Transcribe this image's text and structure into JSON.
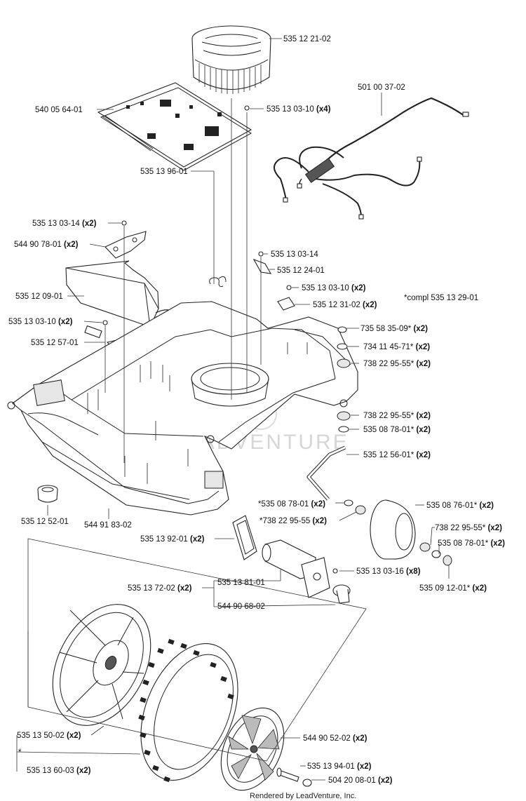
{
  "diagram": {
    "watermark": "LEADVENTURE",
    "footer": "Rendered by LeadVenture, Inc.",
    "kit_note": "*compl 535 13 29-01",
    "labels": [
      {
        "id": "l01",
        "num": "535 12 21-02",
        "qty": ""
      },
      {
        "id": "l02",
        "num": "501 00 37-02",
        "qty": ""
      },
      {
        "id": "l03",
        "num": "540 05 64-01",
        "qty": ""
      },
      {
        "id": "l04",
        "num": "535 13 03-10",
        "qty": "(x4)"
      },
      {
        "id": "l05",
        "num": "535 13 96-01",
        "qty": ""
      },
      {
        "id": "l06",
        "num": "535 13 03-14",
        "qty": "(x2)"
      },
      {
        "id": "l07",
        "num": "544 90 78-01",
        "qty": "(x2)"
      },
      {
        "id": "l08",
        "num": "535 13 03-14",
        "qty": ""
      },
      {
        "id": "l09",
        "num": "535 12 24-01",
        "qty": ""
      },
      {
        "id": "l10",
        "num": "535 12 09-01",
        "qty": ""
      },
      {
        "id": "l11",
        "num": "535 13 03-10",
        "qty": "(x2)"
      },
      {
        "id": "l12",
        "num": "535 12 31-02",
        "qty": "(x2)"
      },
      {
        "id": "l13",
        "num": "535 13 03-10",
        "qty": "(x2)"
      },
      {
        "id": "l14",
        "num": "735 58 35-09*",
        "qty": "(x2)"
      },
      {
        "id": "l15",
        "num": "535 12 57-01",
        "qty": ""
      },
      {
        "id": "l16",
        "num": "734 11 45-71*",
        "qty": "(x2)"
      },
      {
        "id": "l17",
        "num": "738 22 95-55*",
        "qty": "(x2)"
      },
      {
        "id": "l18",
        "num": "738 22 95-55*",
        "qty": "(x2)"
      },
      {
        "id": "l19",
        "num": "535 08 78-01*",
        "qty": "(x2)"
      },
      {
        "id": "l20",
        "num": "535 12 56-01*",
        "qty": "(x2)"
      },
      {
        "id": "l21",
        "num": "535 12 52-01",
        "qty": ""
      },
      {
        "id": "l22",
        "num": "544 91 83-02",
        "qty": ""
      },
      {
        "id": "l23",
        "num": "*535 08 78-01",
        "qty": "(x2)"
      },
      {
        "id": "l24",
        "num": "535 08 76-01*",
        "qty": "(x2)"
      },
      {
        "id": "l25",
        "num": "*738 22 95-55",
        "qty": "(x2)"
      },
      {
        "id": "l26",
        "num": "738 22 95-55*",
        "qty": "(x2)"
      },
      {
        "id": "l27",
        "num": "535 13 92-01",
        "qty": "(x2)"
      },
      {
        "id": "l28",
        "num": "535 08 78-01*",
        "qty": "(x2)"
      },
      {
        "id": "l29",
        "num": "535 13 03-16",
        "qty": "(x8)"
      },
      {
        "id": "l30",
        "num": "535 13 72-02",
        "qty": "(x2)"
      },
      {
        "id": "l31",
        "num": "535 13 81-01",
        "qty": ""
      },
      {
        "id": "l32",
        "num": "535 09 12-01*",
        "qty": "(x2)"
      },
      {
        "id": "l33",
        "num": "544 90 68-02",
        "qty": ""
      },
      {
        "id": "l34",
        "num": "535 13 50-02",
        "qty": "(x2)"
      },
      {
        "id": "l35",
        "num": "*",
        "qty": ""
      },
      {
        "id": "l36",
        "num": "544 90 52-02",
        "qty": "(x2)"
      },
      {
        "id": "l37",
        "num": "535 13 94-01",
        "qty": "(x2)"
      },
      {
        "id": "l38",
        "num": "535 13 60-03",
        "qty": "(x2)"
      },
      {
        "id": "l39",
        "num": "504 20 08-01",
        "qty": "(x2)"
      }
    ]
  }
}
